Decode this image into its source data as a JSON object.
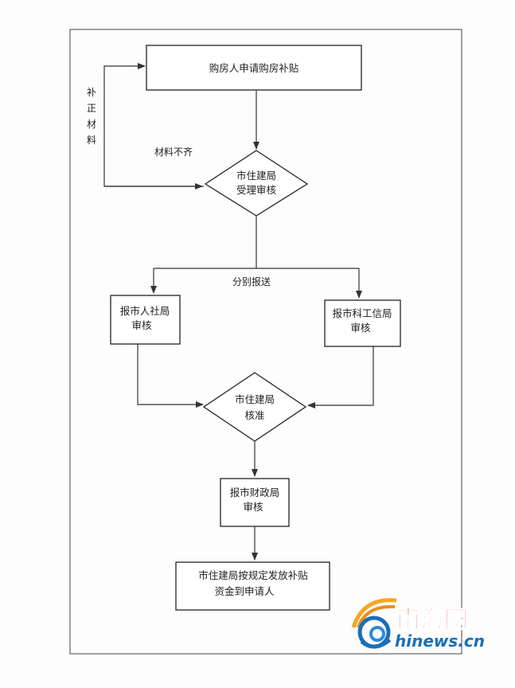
{
  "diagram": {
    "nodes": {
      "apply": "购房人申请购房补贴",
      "review1_line1": "市住建局",
      "review1_line2": "受理审核",
      "social_line1": "报市人社局",
      "social_line2": "审核",
      "industry_line1": "报市科工信局",
      "industry_line2": "审核",
      "approve_line1": "市住建局",
      "approve_line2": "核准",
      "finance_line1": "报市财政局",
      "finance_line2": "审核",
      "payout_line1": "市住建局按规定发放补贴",
      "payout_line2": "资金到申请人"
    },
    "edges": {
      "missing_materials": "材料不齐",
      "correct_materials": [
        "补",
        "正",
        "材",
        "料"
      ],
      "dispatch": "分别报送"
    }
  },
  "watermark": {
    "brand_cn": "南海网",
    "brand_en": "hinews.cn",
    "colors": {
      "orange": "#f08a1d",
      "blue": "#1a6fb8",
      "red": "#d91c24"
    }
  }
}
